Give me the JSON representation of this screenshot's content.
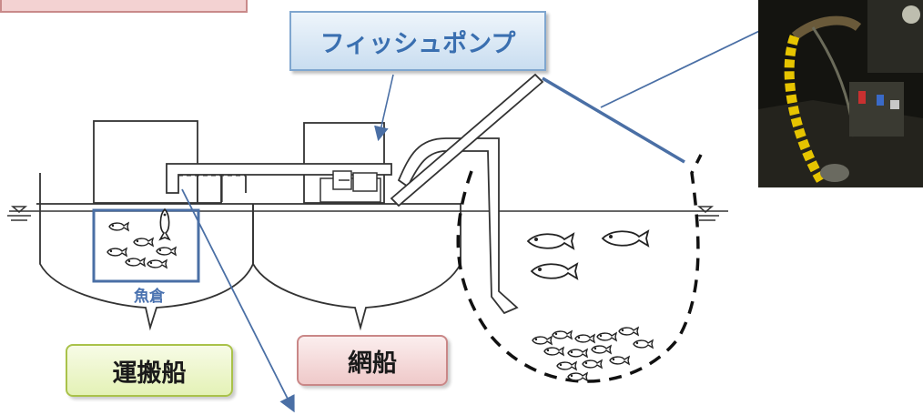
{
  "labels": {
    "fish_pump": "フィッシュポンプ",
    "carrier_boat": "運搬船",
    "net_boat": "網船",
    "fish_hold": "魚倉"
  },
  "colors": {
    "arrow_blue": "#4a6fa5",
    "pump_text": "#3a6fb0",
    "hull_line": "#333333"
  },
  "icons": {
    "fish_icon": "fish",
    "photo": "pump-hose-photo"
  }
}
